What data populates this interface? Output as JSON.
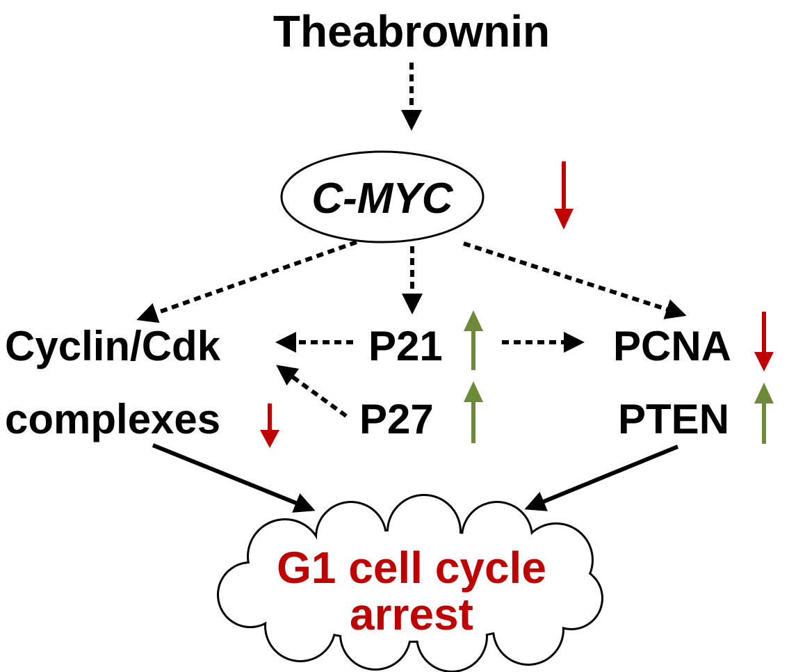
{
  "nodes": {
    "theabrownin": "Theabrownin",
    "cmyc": "C-MYC",
    "cyclin_line1": "Cyclin/Cdk",
    "cyclin_line2": "complexes",
    "p21": "P21",
    "p27": "P27",
    "pcna": "PCNA",
    "pten": "PTEN",
    "outcome_line1": "G1 cell cycle",
    "outcome_line2": "arrest"
  },
  "regulation": {
    "cmyc": "down",
    "cyclin_cdk": "down",
    "p21": "up",
    "p27": "up",
    "pcna": "down",
    "pten": "up"
  },
  "colors": {
    "text": "#000000",
    "down_arrow": "#c00000",
    "up_arrow": "#6d8a3a",
    "outcome_text": "#c00000"
  }
}
